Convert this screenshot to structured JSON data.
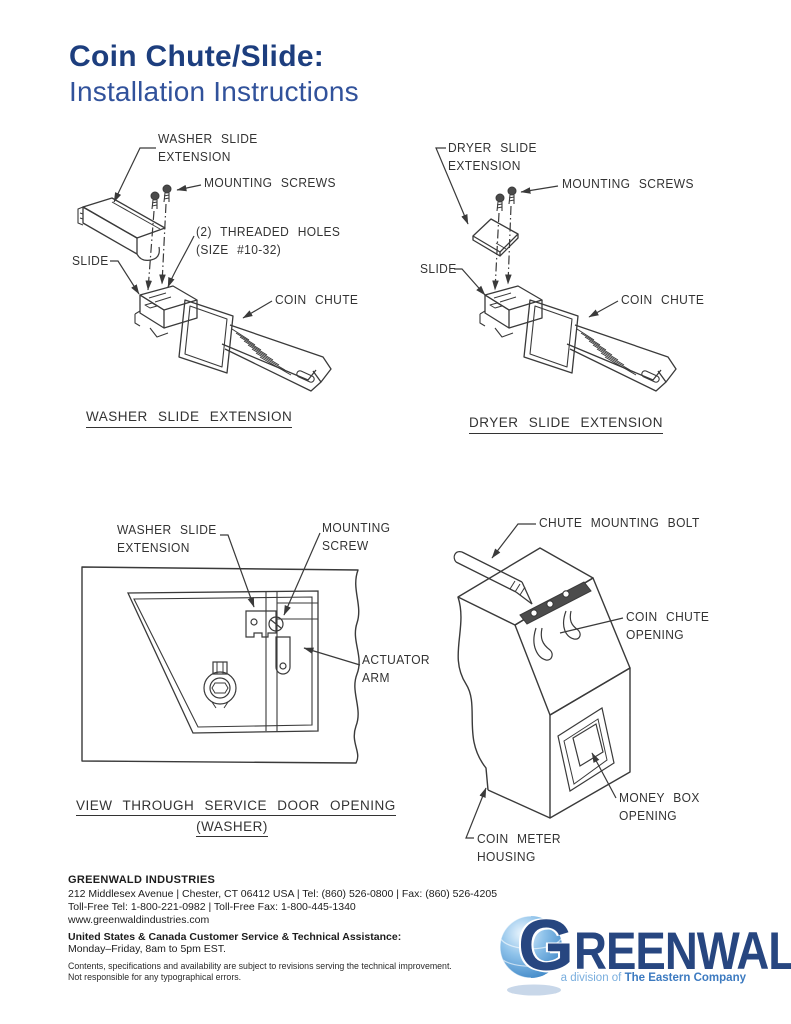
{
  "header": {
    "title": "Coin Chute/Slide:",
    "subtitle": "Installation Instructions",
    "title_color": "#1d3e7e",
    "subtitle_color": "#31529b"
  },
  "diagrams": {
    "washer": {
      "labels": {
        "extension_l1": "WASHER SLIDE",
        "extension_l2": "EXTENSION",
        "mounting_screws": "MOUNTING SCREWS",
        "threaded_holes_l1": "(2) THREADED HOLES",
        "threaded_holes_l2": "(SIZE #10-32)",
        "slide": "SLIDE",
        "coin_chute": "COIN CHUTE"
      },
      "caption": "WASHER SLIDE EXTENSION"
    },
    "dryer": {
      "labels": {
        "extension_l1": "DRYER SLIDE",
        "extension_l2": "EXTENSION",
        "mounting_screws": "MOUNTING SCREWS",
        "slide": "SLIDE",
        "coin_chute": "COIN CHUTE"
      },
      "caption": "DRYER SLIDE EXTENSION"
    },
    "service_view": {
      "labels": {
        "extension_l1": "WASHER SLIDE",
        "extension_l2": "EXTENSION",
        "mounting_screw_l1": "MOUNTING",
        "mounting_screw_l2": "SCREW",
        "actuator_l1": "ACTUATOR",
        "actuator_l2": "ARM"
      },
      "caption_l1": "VIEW THROUGH SERVICE DOOR OPENING",
      "caption_l2": "(WASHER)"
    },
    "housing": {
      "labels": {
        "chute_mounting_bolt": "CHUTE MOUNTING BOLT",
        "coin_chute_opening_l1": "COIN CHUTE",
        "coin_chute_opening_l2": "OPENING",
        "money_box_l1": "MONEY BOX",
        "money_box_l2": "OPENING",
        "coin_meter_l1": "COIN METER",
        "coin_meter_l2": "HOUSING"
      }
    },
    "ink_color": "#3a3a3a"
  },
  "footer": {
    "company": "GREENWALD INDUSTRIES",
    "address": "212 Middlesex Avenue  |  Chester, CT 06412 USA  |  Tel: (860) 526-0800  |  Fax: (860) 526-4205",
    "toll_free": "Toll-Free Tel: 1-800-221-0982  |  Toll-Free Fax: 1-800-445-1340",
    "website": "www.greenwaldindustries.com",
    "support_heading": "United States & Canada Customer Service & Technical Assistance:",
    "support_hours": "Monday–Friday, 8am to 5pm EST.",
    "disclaimer_l1": "Contents, specifications and availability are subject to revisions serving the technical improvement.",
    "disclaimer_l2": "Not responsible for any typographical errors."
  },
  "logo": {
    "initial": "G",
    "rest": "REENWALD",
    "tagline": "a division of",
    "tagline_company": "The Eastern Company",
    "brand_color": "#274680",
    "globe_color": "#5ea4d8"
  }
}
